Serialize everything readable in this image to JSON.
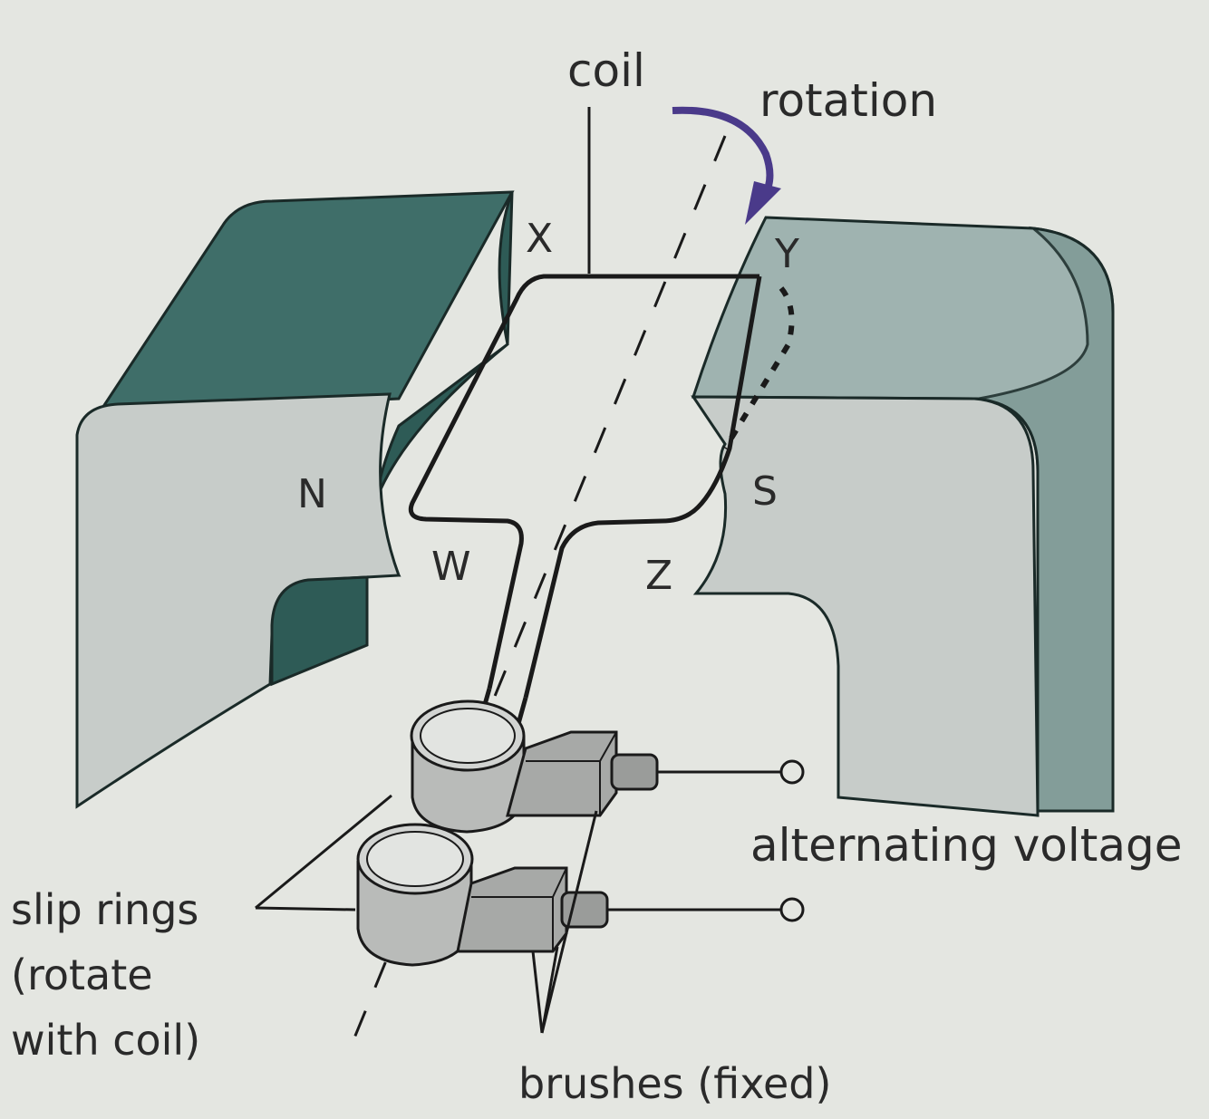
{
  "labels": {
    "coil": "coil",
    "rotation": "rotation",
    "corner_x": "X",
    "corner_y": "Y",
    "corner_w": "W",
    "corner_z": "Z",
    "pole_north": "N",
    "pole_south": "S",
    "output": "alternating voltage",
    "slip_rings_line1": "slip rings",
    "slip_rings_line2": "(rotate",
    "slip_rings_line3": "with coil)",
    "brushes": "brushes (fixed)"
  },
  "colors": {
    "background": "#e4e6e1",
    "magnet_dark": "#3f6e69",
    "magnet_light": "#c7ccc9",
    "magnet_mid": "#9fb3b0",
    "coil_wire": "#1a1a1a",
    "rotation_arrow": "#4a3a8a",
    "ring_metal": "#b9bbb9",
    "brush_metal": "#a7a9a7"
  }
}
